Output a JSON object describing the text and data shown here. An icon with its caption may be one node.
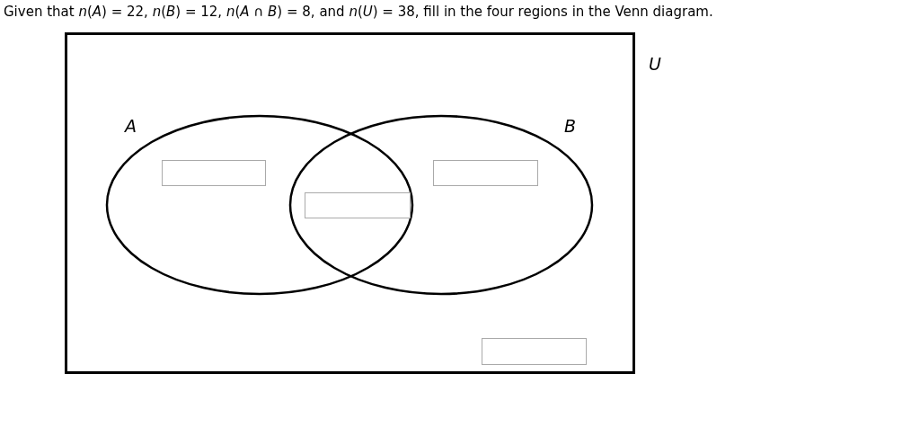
{
  "diagram": {
    "title": "Given that *n*(*A*) = 22, *n*(*B*) = 12, *n*(*A* ∩ *B*) = 8, and *n*(*U*) = 38, fill in the four regions in the Venn diagram.",
    "nodes": [
      {
        "text": [],
        "shape": "box"
      },
      {
        "text": [
          "A"
        ],
        "in": 0
      },
      {
        "text": [
          "B"
        ],
        "in": 0
      }
    ],
    "labels": [
      "U"
    ]
  }
}
